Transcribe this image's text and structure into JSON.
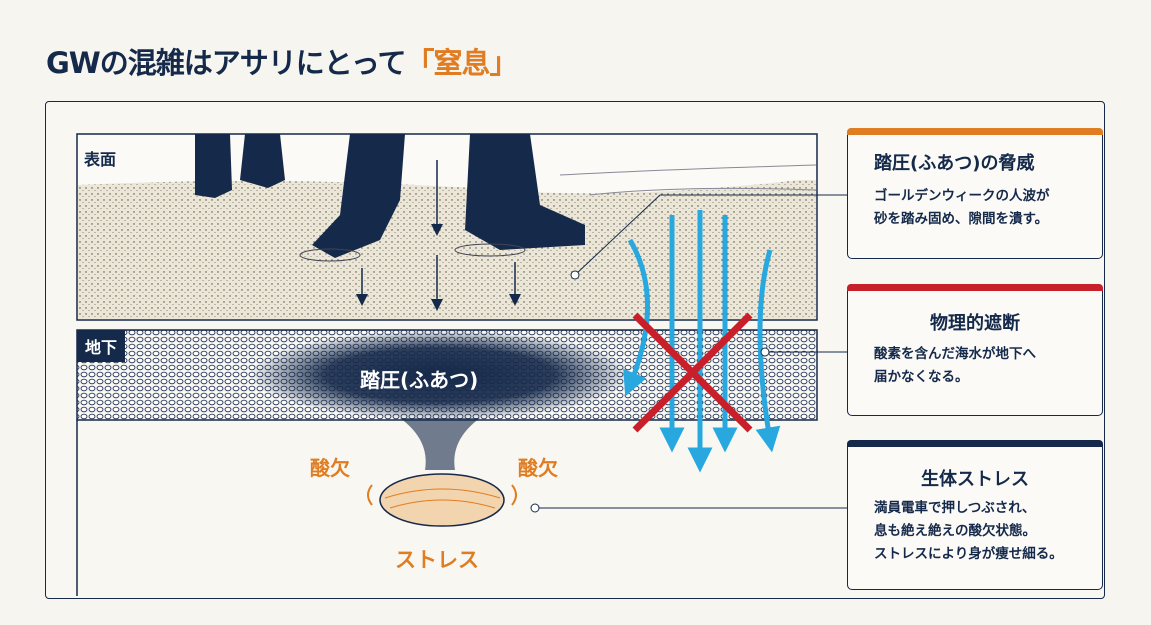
{
  "title": {
    "main": "GWの混雑はアサリにとって",
    "accent": "「窒息」"
  },
  "diagram": {
    "surface_label": "表面",
    "underground_label": "地下",
    "pressure_label": "踏圧(ふあつ)",
    "oxygen_left": "酸欠",
    "oxygen_right": "酸欠",
    "stress_label": "ストレス"
  },
  "cards": [
    {
      "title": "踏圧(ふあつ)の脅威",
      "lines": [
        "ゴールデンウィークの人波が",
        "砂を踏み固め、隙間を潰す。"
      ],
      "color": "#e07d22"
    },
    {
      "title": "物理的遮断",
      "lines": [
        "酸素を含んだ海水が地下へ",
        "届かなくなる。"
      ],
      "color": "#c8202a"
    },
    {
      "title": "生体ストレス",
      "lines": [
        "満員電車で押しつぶされ、",
        "息も絶え絶えの酸欠状態。",
        "ストレスにより身が痩せ細る。"
      ],
      "color": "#15294a"
    }
  ],
  "colors": {
    "navy": "#15294a",
    "orange": "#e07d22",
    "red": "#c8202a",
    "blue": "#29a8e0"
  }
}
